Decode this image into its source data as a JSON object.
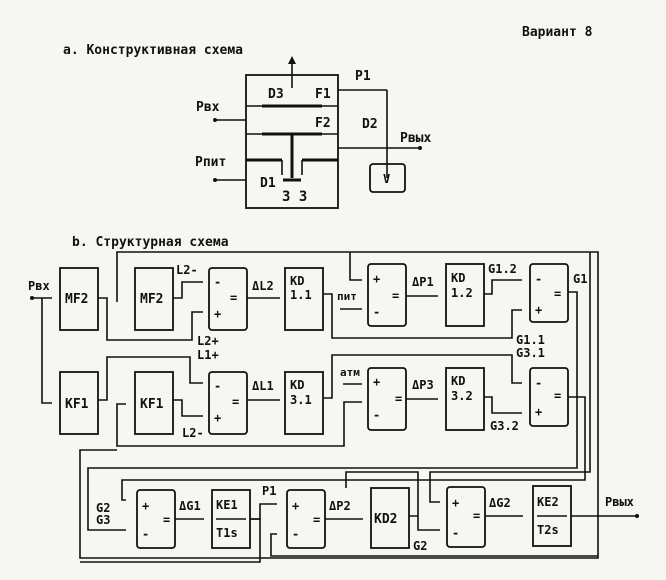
{
  "header": {
    "variant": "Вариант 8"
  },
  "section_a": {
    "title": "a. Конструктивная схема",
    "labels": {
      "d3": "D3",
      "f1": "F1",
      "f2": "F2",
      "p1": "P1",
      "d2": "D2",
      "pin": "Pвх",
      "pout": "Pвых",
      "psupply": "Pпит",
      "d1": "D1",
      "spring": "3 3",
      "gauge": "V"
    }
  },
  "section_b": {
    "title": "b. Структурная схема",
    "input_label": "Pвх",
    "output_label": "Pвых",
    "blocks": {
      "mf2a": "MF2",
      "mf2b": "MF2",
      "kf1a": "KF1",
      "kf1b": "KF1",
      "kd11": [
        "KD",
        "1.1"
      ],
      "kd12": [
        "KD",
        "1.2"
      ],
      "kd31": [
        "KD",
        "3.1"
      ],
      "kd32": [
        "KD",
        "3.2"
      ],
      "kd2": "KD2",
      "ke1": [
        "KE1",
        "T1s"
      ],
      "ke2": [
        "KE2",
        "T2s"
      ]
    },
    "comparator": {
      "plus": "+",
      "minus": "-",
      "eq": "="
    },
    "signals": {
      "l2minus_top": "L2-",
      "l2plus": "L2+",
      "l1plus": "L1+",
      "l2minus_bot": "L2-",
      "dl2": "ΔL2",
      "dl1": "ΔL1",
      "pit": "пит",
      "atm": "атм",
      "dp1": "ΔP1",
      "dp3": "ΔP3",
      "g12": "G1.2",
      "g11": "G1.1",
      "g31": "G3.1",
      "g32": "G3.2",
      "g1": "G1",
      "g2g3": [
        "G2",
        "G3"
      ],
      "dg1": "ΔG1",
      "p1": "P1",
      "dp2": "ΔP2",
      "g2": "G2",
      "dg2": "ΔG2"
    }
  }
}
